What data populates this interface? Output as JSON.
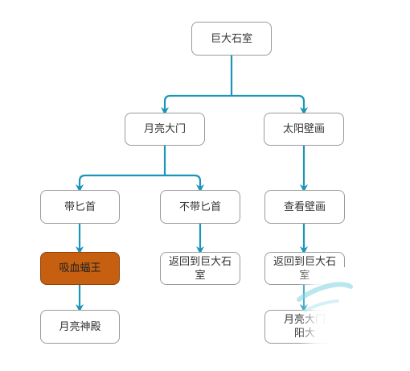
{
  "colors": {
    "connector": "#1b95b8",
    "node_border": "#9a9a9a",
    "highlight_fill": "#c65f0f"
  },
  "nodes": {
    "giant_stone_room": "巨大石室",
    "moon_gate": "月亮大门",
    "sun_mural": "太阳壁画",
    "with_dagger": "带匕首",
    "without_dagger": "不带匕首",
    "view_mural": "查看壁画",
    "vampire_bat_king": "吸血蝠王",
    "return_a": "返回到巨大石室",
    "return_b": "返回到巨大石室",
    "moon_temple": "月亮神殿",
    "partial_line1": "月亮大门",
    "partial_line2": "阳大"
  }
}
